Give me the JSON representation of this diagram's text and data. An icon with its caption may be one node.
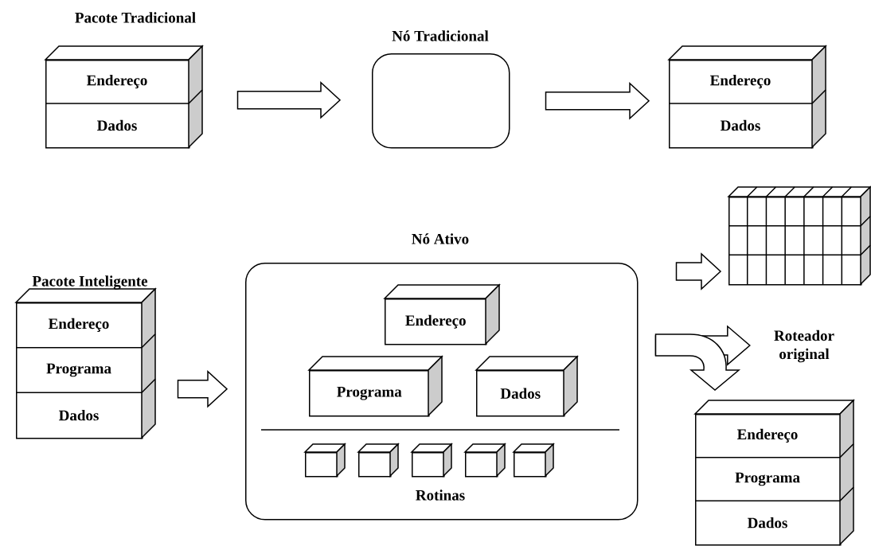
{
  "diagram": {
    "nodes": [
      {
        "text": [
          "Pacote Tradicional"
        ]
      },
      {
        "text": [
          "Endereço"
        ],
        "in": 0
      },
      {
        "text": [
          "Dados"
        ],
        "in": 0
      },
      {
        "text": [
          "Nó Tradicional"
        ]
      },
      {
        "text": [],
        "shape": "box"
      },
      {
        "text": [
          "Endereço"
        ],
        "in": 4
      },
      {
        "text": [
          "Dados"
        ],
        "in": 4
      },
      {
        "text": [
          "Pacote Inteligente"
        ]
      },
      {
        "text": [
          "Endereço"
        ],
        "in": 7
      },
      {
        "text": [
          "Programa"
        ],
        "in": 7
      },
      {
        "text": [
          "Dados"
        ],
        "in": 7
      },
      {
        "text": [
          "Nó Ativo",
          "Rotinas"
        ]
      },
      {
        "text": [
          "Endereço"
        ],
        "in": 11
      },
      {
        "text": [
          "Programa"
        ],
        "in": 11
      },
      {
        "text": [
          "Dados"
        ],
        "in": 11
      },
      {
        "text": [],
        "shape": "box",
        "in": 11
      },
      {
        "text": [],
        "shape": "box",
        "in": 11
      },
      {
        "text": [],
        "shape": "box",
        "in": 11
      },
      {
        "text": [],
        "shape": "box",
        "in": 11
      },
      {
        "text": [],
        "shape": "box",
        "in": 11
      },
      {
        "text": [],
        "shape": "box"
      },
      {
        "text": [
          "Roteador original"
        ]
      },
      {
        "text": [],
        "shape": "box"
      },
      {
        "text": [
          "Endereço"
        ],
        "in": 22
      },
      {
        "text": [
          "Programa"
        ],
        "in": 22
      },
      {
        "text": [
          "Dados"
        ],
        "in": 22
      }
    ],
    "edges": [
      {
        "from": 0,
        "to": 3,
        "arrow": "to"
      },
      {
        "from": 3,
        "to": 4,
        "arrow": "to"
      },
      {
        "from": 7,
        "to": 11,
        "arrow": "to"
      },
      {
        "from": 11,
        "to": 20,
        "arrow": "to"
      },
      {
        "from": 11,
        "to": 21,
        "arrow": "to"
      },
      {
        "from": 11,
        "to": 22,
        "arrow": "to"
      }
    ]
  }
}
